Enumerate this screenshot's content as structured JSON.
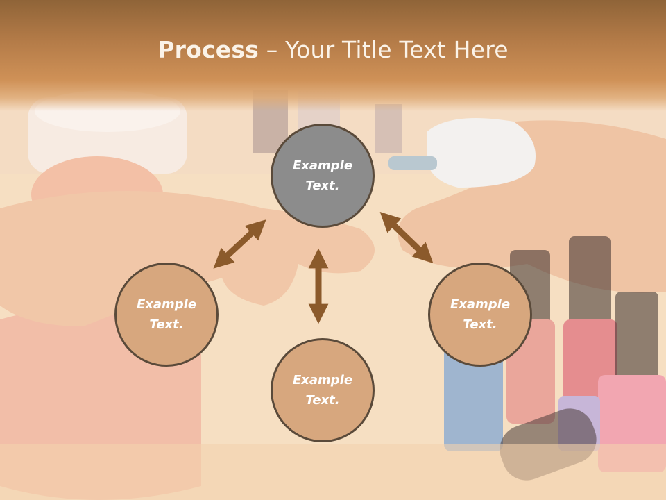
{
  "slide": {
    "title_strong": "Process",
    "title_rest": " – Your Title Text Here"
  },
  "nodes": {
    "top": "Example Text.",
    "left": "Example Text.",
    "right": "Example Text.",
    "bottom": "Example Text."
  },
  "colors": {
    "title_band": "#b27a47",
    "node_fill": "#d7a77e",
    "node_active_fill": "#8c8c8c",
    "node_border": "#5a4a3a",
    "arrow": "#8b5a2b"
  }
}
